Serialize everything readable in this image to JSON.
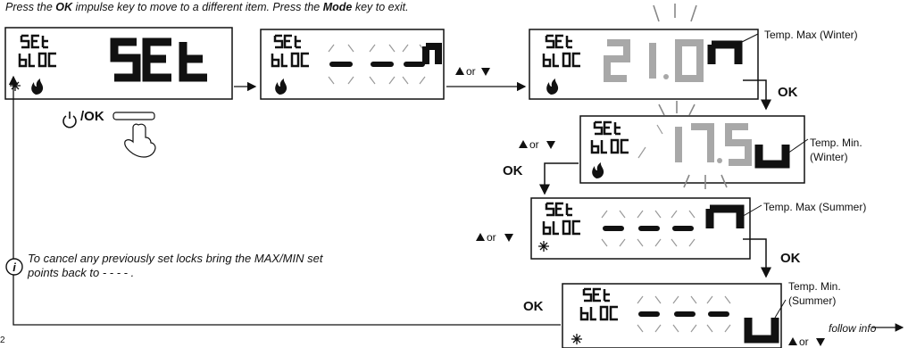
{
  "instruction": {
    "part1": "Press the ",
    "key1": "OK",
    "part2": " impulse key to move to a different item. Press the ",
    "key2": "Mode",
    "part3": " key to exit."
  },
  "labels": {
    "temp_max_winter": "Temp. Max (Winter)",
    "temp_min_winter_line1": "Temp. Min.",
    "temp_min_winter_line2": "(Winter)",
    "temp_max_summer": "Temp. Max (Summer)",
    "temp_min_summer_line1": "Temp. Min.",
    "temp_min_summer_line2": "(Summer)",
    "follow_info": "follow info"
  },
  "ok_labels": [
    "OK",
    "OK",
    "OK",
    "OK"
  ],
  "arrows_or": {
    "word": "or"
  },
  "power_ok_key": "/OK",
  "note": {
    "line1": "To cancel any previously set locks bring the MAX/MIN set",
    "line2": "points back to  - - - - ."
  },
  "page_number": "2",
  "displays": [
    {
      "id": "d1",
      "small_top": "SEt",
      "small_bottom": "bLOC",
      "big": "SEt",
      "indicators": [
        "snowflake",
        "flame"
      ]
    },
    {
      "id": "d2",
      "small_top": "SEt",
      "small_bottom": "bLOC",
      "big": "- - -",
      "suffix": "n",
      "indicators": [
        "flame"
      ]
    },
    {
      "id": "d3",
      "small_top": "SEt",
      "small_bottom": "bLOC",
      "big": "21.0",
      "suffix": "n",
      "indicators": [
        "flame"
      ]
    },
    {
      "id": "d4",
      "small_top": "SEt",
      "small_bottom": "bLOC",
      "big": "17.5",
      "suffix": "u",
      "indicators": [
        "flame"
      ]
    },
    {
      "id": "d5",
      "small_top": "SEt",
      "small_bottom": "bLOC",
      "big": "- - -",
      "suffix": "n",
      "indicators": [
        "snowflake"
      ]
    },
    {
      "id": "d6",
      "small_top": "SEt",
      "small_bottom": "bLOC",
      "big": "- - -",
      "suffix": "u",
      "indicators": [
        "snowflake"
      ]
    }
  ],
  "colors": {
    "lcd_segment": "#111111",
    "lcd_ghost": "#bdbdbd",
    "flame": "#111111"
  }
}
